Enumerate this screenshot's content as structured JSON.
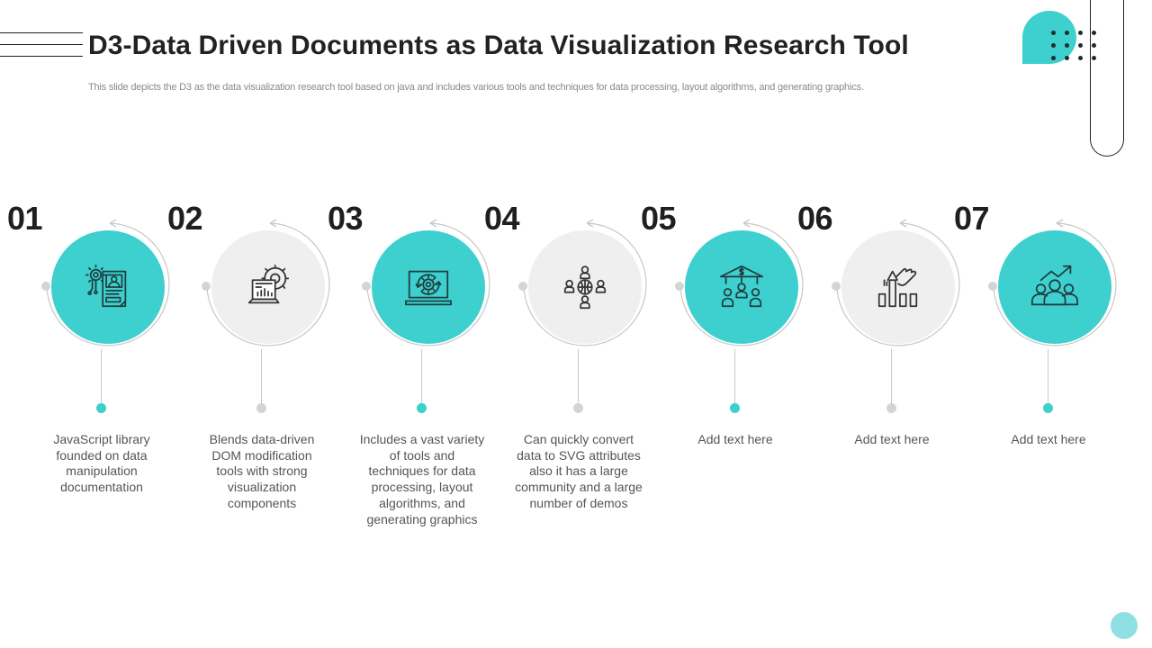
{
  "slide": {
    "title": "D3-Data Driven Documents as Data Visualization Research Tool",
    "subtitle": "This slide depicts the D3 as the data visualization research tool based on java and includes various tools and techniques for data processing, layout algorithms, and generating graphics."
  },
  "colors": {
    "accent": "#3ecfcf",
    "grey_circle": "#efefef",
    "text_dark": "#222222",
    "text_body": "#555555",
    "corner_dot": "#8fe0e4"
  },
  "steps": [
    {
      "number": "01",
      "icon": "gear-document-profile-icon",
      "style": "teal",
      "text": "JavaScript library founded on data manipulation documentation"
    },
    {
      "number": "02",
      "icon": "laptop-gear-chart-icon",
      "style": "grey",
      "text": "Blends data-driven DOM modification tools with strong visualization components"
    },
    {
      "number": "03",
      "icon": "laptop-gear-sync-icon",
      "style": "teal",
      "text": "Includes a vast variety of tools and techniques for data processing, layout algorithms, and generating graphics"
    },
    {
      "number": "04",
      "icon": "global-network-users-icon",
      "style": "grey",
      "text": "Can quickly convert data to SVG attributes also it has a large community and a large number of demos"
    },
    {
      "number": "05",
      "icon": "bank-group-users-icon",
      "style": "teal",
      "text": "Add text here"
    },
    {
      "number": "06",
      "icon": "hand-growth-bars-icon",
      "style": "grey",
      "text": "Add text here"
    },
    {
      "number": "07",
      "icon": "team-growth-arrow-icon",
      "style": "teal",
      "text": "Add text here"
    }
  ]
}
